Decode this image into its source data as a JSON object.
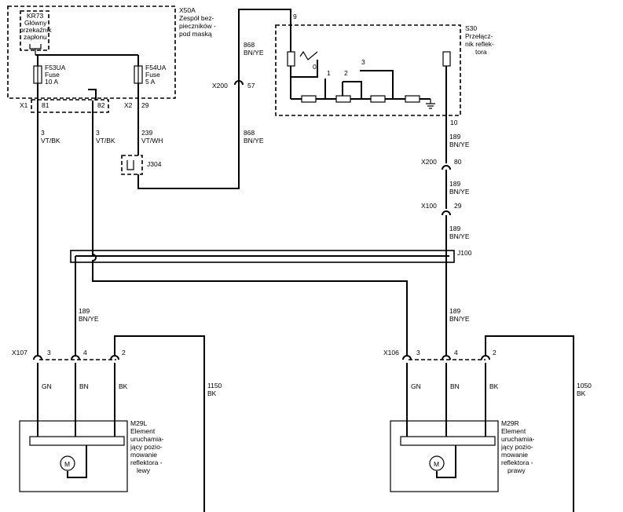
{
  "modules": {
    "x50a": {
      "id": "X50A",
      "name_lines": [
        "Zespół bez-",
        "pieczników -",
        "pod maską"
      ]
    },
    "kr73": {
      "id": "KR73",
      "name_lines": [
        "Główny",
        "przekaźnik",
        "zapłonu"
      ]
    },
    "f53ua": {
      "id": "F53UA",
      "type": "Fuse",
      "rating": "10 A"
    },
    "f54ua": {
      "id": "F54UA",
      "type": "Fuse",
      "rating": "5 A"
    },
    "s30": {
      "id": "S30",
      "name_lines": [
        "Przełącz-",
        "nik reflek-",
        "tora"
      ],
      "positions": [
        "0",
        "1",
        "2",
        "3"
      ]
    },
    "m29l": {
      "id": "M29L",
      "name_lines": [
        "Element",
        "uruchamia-",
        "jący pozio-",
        "mowanie",
        "reflektora -",
        "lewy"
      ],
      "motor": "M"
    },
    "m29r": {
      "id": "M29R",
      "name_lines": [
        "Element",
        "uruchamia-",
        "jący pozio-",
        "mowanie",
        "reflektora -",
        "prawy"
      ],
      "motor": "M"
    }
  },
  "connectors": {
    "x1": "X1",
    "x1_pin_a": "81",
    "x1_pin_b": "82",
    "x2": "X2",
    "x2_pin": "29",
    "x200_left": "X200",
    "x200_left_pin": "57",
    "x200_right": "X200",
    "x200_right_pin": "80",
    "x100": "X100",
    "x100_pin": "29",
    "j304": "J304",
    "j100": "J100",
    "x107": "X107",
    "x107_pins": [
      "3",
      "4",
      "2"
    ],
    "x106": "X106",
    "x106_pins": [
      "3",
      "4",
      "2"
    ]
  },
  "wires": {
    "w3_left": {
      "circuit": "3",
      "color": "VT/BK"
    },
    "w3_right": {
      "circuit": "3",
      "color": "VT/BK"
    },
    "w239": {
      "circuit": "239",
      "color": "VT/WH"
    },
    "w868_top": {
      "circuit": "868",
      "color": "BN/YE"
    },
    "w868_bottom": {
      "circuit": "868",
      "color": "BN/YE"
    },
    "s30_pin9": "9",
    "s30_pin10": "10",
    "w189_a": {
      "circuit": "189",
      "color": "BN/YE"
    },
    "w189_b": {
      "circuit": "189",
      "color": "BN/YE"
    },
    "w189_c": {
      "circuit": "189",
      "color": "BN/YE"
    },
    "w189_left": {
      "circuit": "189",
      "color": "BN/YE"
    },
    "w189_right": {
      "circuit": "189",
      "color": "BN/YE"
    },
    "left_colors": [
      "GN",
      "BN",
      "BK"
    ],
    "right_colors": [
      "GN",
      "BN",
      "BK"
    ],
    "ground_left": {
      "circuit": "1150",
      "color": "BK"
    },
    "ground_right": {
      "circuit": "1050",
      "color": "BK"
    }
  }
}
